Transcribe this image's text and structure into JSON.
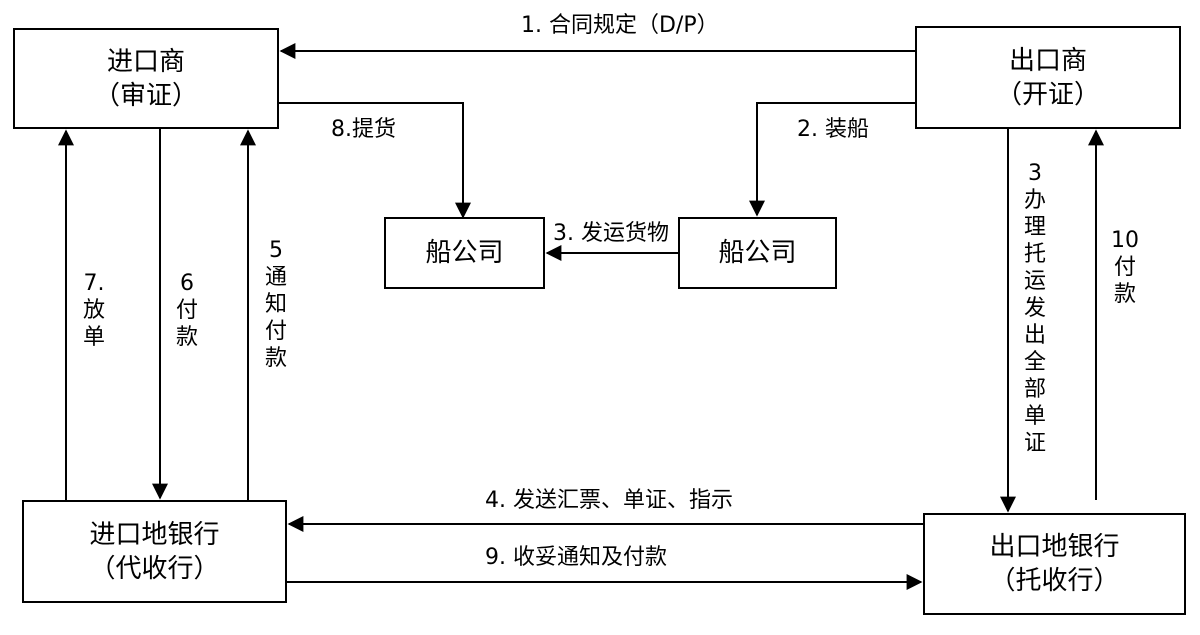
{
  "nodes": {
    "importer": {
      "line1": "进口商",
      "line2": "（审证）"
    },
    "exporter": {
      "line1": "出口商",
      "line2": "（开证）"
    },
    "shipping_left": {
      "line1": "船公司"
    },
    "shipping_right": {
      "line1": "船公司"
    },
    "import_bank": {
      "line1": "进口地银行",
      "line2": "（代收行）"
    },
    "export_bank": {
      "line1": "出口地银行",
      "line2": "（托收行）"
    }
  },
  "edges": {
    "e1": "1. 合同规定（D/P）",
    "e2": "2. 装船",
    "e3_ship": "3. 发运货物",
    "e3_docs": [
      "3",
      "办",
      "理",
      "托",
      "运",
      "发",
      "出",
      "全",
      "部",
      "单",
      "证"
    ],
    "e4": "4. 发送汇票、单证、指示",
    "e5": [
      "5",
      "通",
      "知",
      "付",
      "款"
    ],
    "e6": [
      "6",
      "付",
      "款"
    ],
    "e7": [
      "7.",
      "放",
      "单"
    ],
    "e8": "8.提货",
    "e9": "9. 收妥通知及付款",
    "e10": [
      "10",
      "付",
      "款"
    ]
  }
}
